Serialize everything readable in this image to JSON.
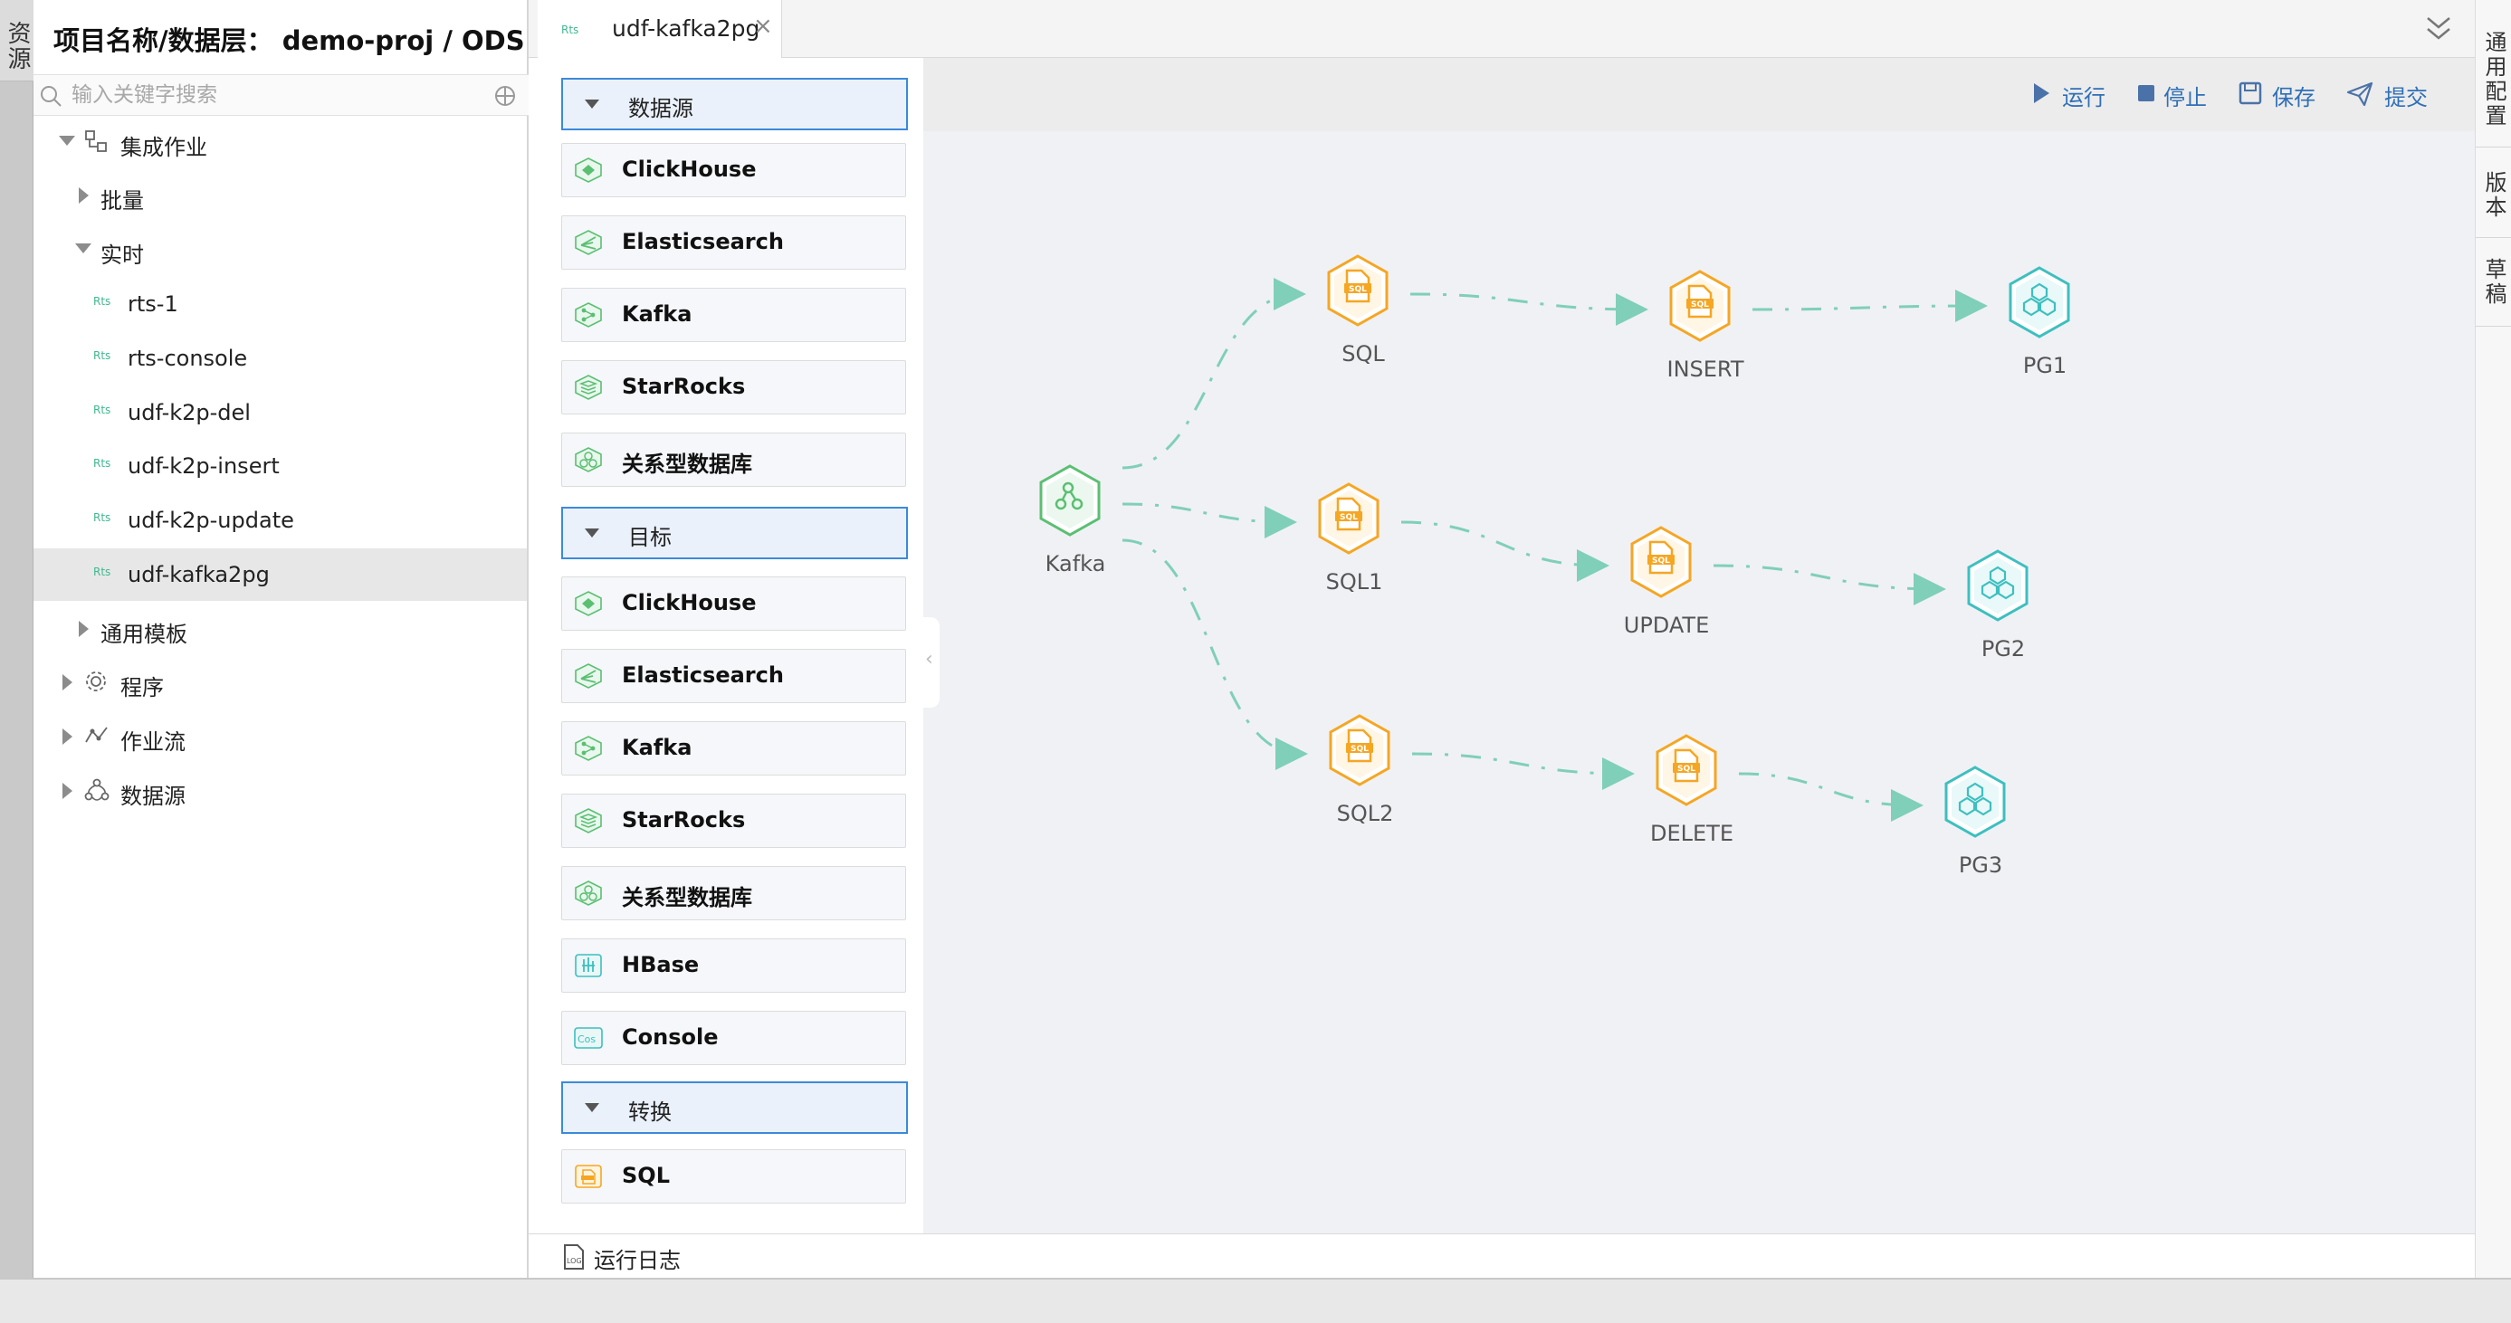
{
  "left_strip": {
    "tab": "资源"
  },
  "resource_panel": {
    "title": "项目名称/数据层：  demo-proj / ODS",
    "search_placeholder": "输入关键字搜索",
    "tree": [
      {
        "label": "集成作业",
        "type": "folder-integration",
        "expanded": true,
        "level": 0
      },
      {
        "label": "批量",
        "type": "folder",
        "expanded": false,
        "level": 1
      },
      {
        "label": "实时",
        "type": "folder",
        "expanded": true,
        "level": 1
      },
      {
        "label": "rts-1",
        "badge": "Rts",
        "level": 2
      },
      {
        "label": "rts-console",
        "badge": "Rts",
        "level": 2
      },
      {
        "label": "udf-k2p-del",
        "badge": "Rts",
        "level": 2
      },
      {
        "label": "udf-k2p-insert",
        "badge": "Rts",
        "level": 2
      },
      {
        "label": "udf-k2p-update",
        "badge": "Rts",
        "level": 2
      },
      {
        "label": "udf-kafka2pg",
        "badge": "Rts",
        "level": 2,
        "selected": true
      },
      {
        "label": "通用模板",
        "type": "folder",
        "expanded": false,
        "level": 1
      },
      {
        "label": "程序",
        "type": "gear",
        "expanded": false,
        "level": 0
      },
      {
        "label": "作业流",
        "type": "flow",
        "expanded": false,
        "level": 0
      },
      {
        "label": "数据源",
        "type": "datasource",
        "expanded": false,
        "level": 0
      }
    ]
  },
  "tab": {
    "badge": "Rts",
    "label": "udf-kafka2pg",
    "close": "×"
  },
  "right_strip": {
    "tabs": [
      "通用配置",
      "版本",
      "草稿"
    ]
  },
  "palette": {
    "sections": [
      {
        "header": "数据源",
        "items": [
          {
            "label": "ClickHouse",
            "icon": "clickhouse-icon"
          },
          {
            "label": "Elasticsearch",
            "icon": "elasticsearch-icon"
          },
          {
            "label": "Kafka",
            "icon": "kafka-icon"
          },
          {
            "label": "StarRocks",
            "icon": "starrocks-icon"
          },
          {
            "label": "关系型数据库",
            "icon": "rdb-icon"
          }
        ]
      },
      {
        "header": "目标",
        "items": [
          {
            "label": "ClickHouse",
            "icon": "clickhouse-icon"
          },
          {
            "label": "Elasticsearch",
            "icon": "elasticsearch-icon"
          },
          {
            "label": "Kafka",
            "icon": "kafka-icon"
          },
          {
            "label": "StarRocks",
            "icon": "starrocks-icon"
          },
          {
            "label": "关系型数据库",
            "icon": "rdb-icon"
          },
          {
            "label": "HBase",
            "icon": "hbase-icon"
          },
          {
            "label": "Console",
            "icon": "console-icon",
            "badge": "Cos"
          }
        ]
      },
      {
        "header": "转换",
        "items": [
          {
            "label": "SQL",
            "icon": "sql-icon"
          }
        ]
      }
    ]
  },
  "toolbar": {
    "run": "运行",
    "stop": "停止",
    "save": "保存",
    "submit": "提交"
  },
  "flow": {
    "nodes": [
      {
        "id": "kafka",
        "label": "Kafka",
        "kind": "source"
      },
      {
        "id": "sql",
        "label": "SQL",
        "kind": "sql"
      },
      {
        "id": "sql1",
        "label": "SQL1",
        "kind": "sql"
      },
      {
        "id": "sql2",
        "label": "SQL2",
        "kind": "sql"
      },
      {
        "id": "insert",
        "label": "INSERT",
        "kind": "sql"
      },
      {
        "id": "update",
        "label": "UPDATE",
        "kind": "sql"
      },
      {
        "id": "delete",
        "label": "DELETE",
        "kind": "sql"
      },
      {
        "id": "pg1",
        "label": "PG1",
        "kind": "sink"
      },
      {
        "id": "pg2",
        "label": "PG2",
        "kind": "sink"
      },
      {
        "id": "pg3",
        "label": "PG3",
        "kind": "sink"
      }
    ],
    "edges": [
      [
        "kafka",
        "sql"
      ],
      [
        "kafka",
        "sql1"
      ],
      [
        "kafka",
        "sql2"
      ],
      [
        "sql",
        "insert"
      ],
      [
        "sql1",
        "update"
      ],
      [
        "sql2",
        "delete"
      ],
      [
        "insert",
        "pg1"
      ],
      [
        "update",
        "pg2"
      ],
      [
        "delete",
        "pg3"
      ]
    ],
    "colors": {
      "source": "#5bbf72",
      "sql": "#f5a623",
      "sink": "#3dbfbf",
      "edge": "#7fcfb9"
    }
  },
  "log_bar": {
    "label": "运行日志"
  }
}
